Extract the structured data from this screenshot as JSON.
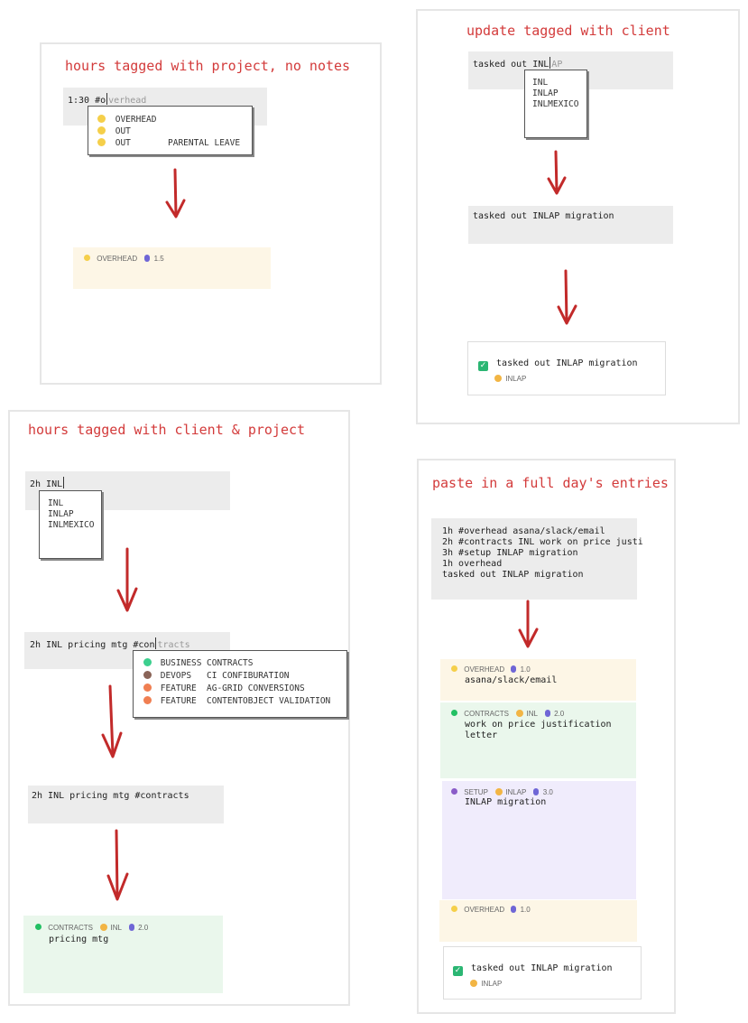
{
  "colors": {
    "overhead": "#f5cf4a",
    "contracts": "#22c063",
    "setup": "#8a5cc8",
    "business": "#3ccf8e",
    "devops": "#8a6458",
    "feature": "#f07f52",
    "check": "#2bb673",
    "arrow": "#c22a2a",
    "title": "#d33b3b"
  },
  "panel1": {
    "title": "hours tagged with project, no notes",
    "input_typed": "1:30 #o",
    "input_ghost": "verhead",
    "options": [
      {
        "code": "OVERHEAD",
        "name": ""
      },
      {
        "code": "OUT",
        "name": ""
      },
      {
        "code": "OUT",
        "name": "PARENTAL LEAVE"
      }
    ],
    "result_project": "OVERHEAD",
    "result_hours": "1.5"
  },
  "panel2": {
    "title": "update tagged with client",
    "input_typed": "tasked out INL",
    "input_ghost": "AP",
    "options": [
      "INL",
      "INLAP",
      "INLMEXICO"
    ],
    "input2": "tasked out INLAP migration",
    "result_text": "tasked out INLAP migration",
    "result_client": "INLAP"
  },
  "panel3": {
    "title": "hours tagged with client & project",
    "input1": "2h INL",
    "options": [
      "INL",
      "INLAP",
      "INLMEXICO"
    ],
    "input2_typed": "2h INL pricing mtg #con",
    "input2_ghost": "tracts",
    "project_options": [
      {
        "group": "BUSINESS",
        "name": "CONTRACTS"
      },
      {
        "group": "DEVOPS",
        "name": "CI CONFIBURATION"
      },
      {
        "group": "FEATURE",
        "name": "AG-GRID CONVERSIONS"
      },
      {
        "group": "FEATURE",
        "name": "CONTENTOBJECT VALIDATION"
      }
    ],
    "input3": "2h INL pricing mtg #contracts",
    "result_project": "CONTRACTS",
    "result_client": "INL",
    "result_hours": "2.0",
    "result_note": "pricing mtg"
  },
  "panel4": {
    "title": "paste in a full day's entries",
    "lines": [
      "1h #overhead asana/slack/email",
      "2h #contracts INL work on price justi",
      "3h #setup INLAP migration",
      "1h overhead",
      "tasked out INLAP migration"
    ],
    "entry1": {
      "project": "OVERHEAD",
      "hours": "1.0",
      "note": "asana/slack/email"
    },
    "entry2": {
      "project": "CONTRACTS",
      "client": "INL",
      "hours": "2.0",
      "note1": "work on price justification",
      "note2": "letter"
    },
    "entry3": {
      "project": "SETUP",
      "client": "INLAP",
      "hours": "3.0",
      "note": "INLAP migration"
    },
    "entry4": {
      "project": "OVERHEAD",
      "hours": "1.0"
    },
    "task": {
      "text": "tasked out INLAP migration",
      "client": "INLAP"
    }
  }
}
